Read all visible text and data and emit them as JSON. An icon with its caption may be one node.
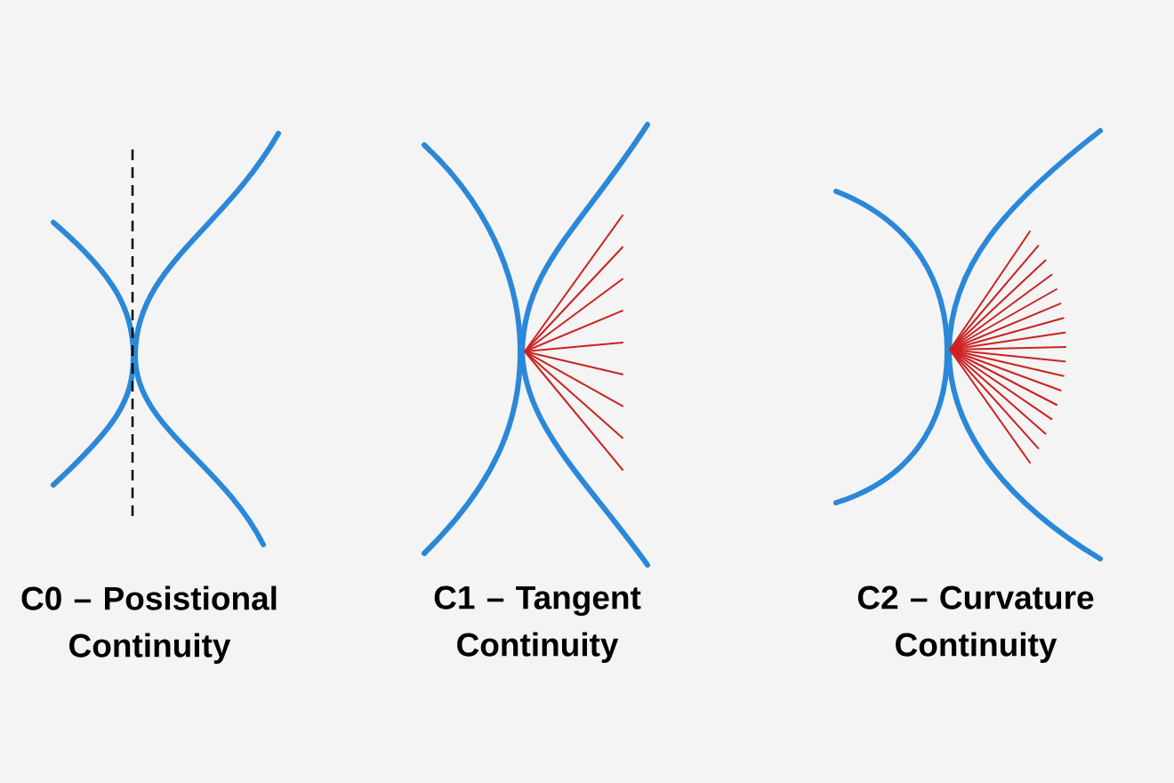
{
  "diagram": {
    "labels": [
      "C0 – Posistional Continuity",
      "C1 – Tangent Continuity",
      "C2 – Curvature Continuity"
    ]
  }
}
